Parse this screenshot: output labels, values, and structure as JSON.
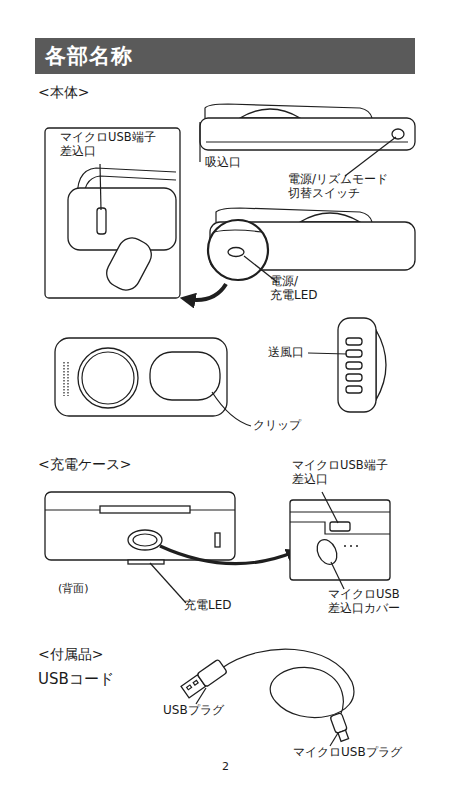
{
  "diagram": {
    "nodes": [
      {
        "text": [
          "各部名称"
        ]
      }
    ],
    "labels": [
      "<本体>",
      "マイクロUSB端子 差込口",
      "吸込口",
      "電源/リズムモード 切替スイッチ",
      "電源/ 充電LED",
      "送風口",
      "クリップ",
      "<充電ケース>",
      "マイクロUSB端子 差込口",
      "(背面)",
      "充電LED",
      "マイクロUSB 差込口カバー",
      "<付属品>",
      "USBコード",
      "USBプラグ",
      "マイクロUSBプラグ",
      "2"
    ]
  }
}
